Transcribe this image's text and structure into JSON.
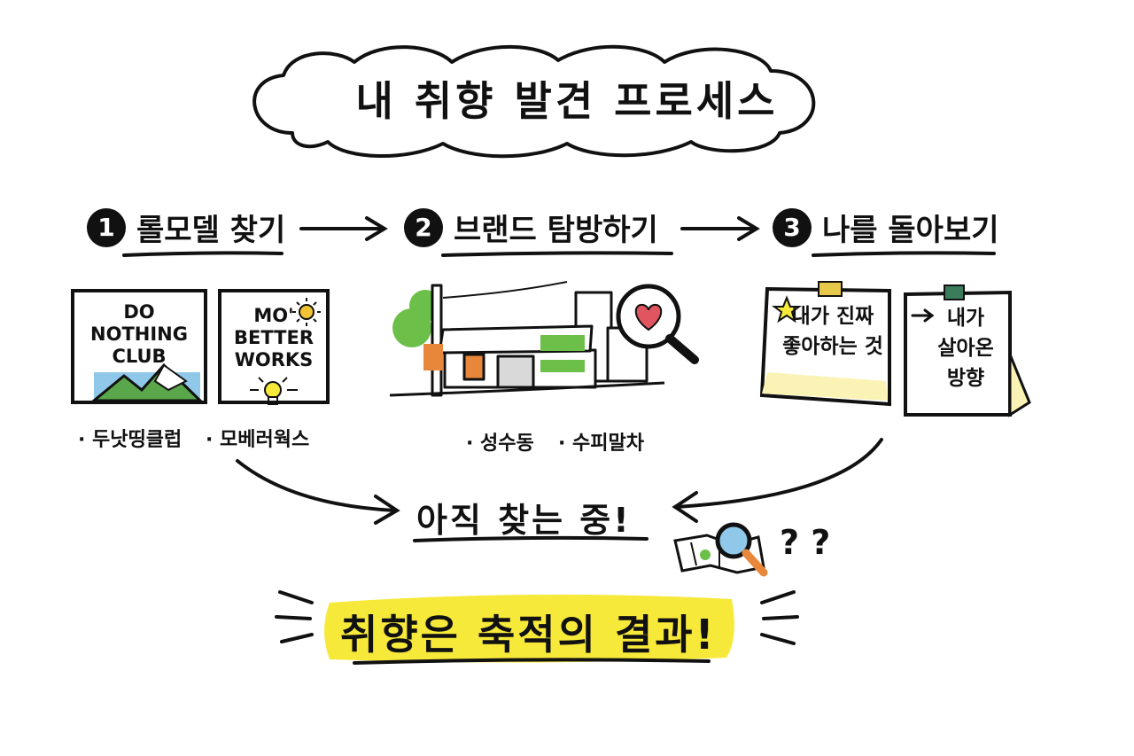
{
  "title": "내 취향 발견 프로세스",
  "steps": [
    {
      "num": "1",
      "label": "롤모델 찾기"
    },
    {
      "num": "2",
      "label": "브랜드 탐방하기"
    },
    {
      "num": "3",
      "label": "나를 돌아보기"
    }
  ],
  "posters": {
    "first": {
      "line1": "DO",
      "line2": "NOTHING",
      "line3": "CLUB"
    },
    "second": {
      "line1": "MO'",
      "line2": "BETTER",
      "line3": "WORKS"
    }
  },
  "captions": {
    "step1": [
      "· 두낫띵클럽",
      "· 모베러웍스"
    ],
    "step2": [
      "· 성수동",
      "· 수피말차"
    ]
  },
  "notes": {
    "left": {
      "line1": "내가 진짜",
      "line2": "좋아하는 것"
    },
    "right": {
      "line1": "내가",
      "line2": "살아온",
      "line3": "방향"
    }
  },
  "center": "아직 찾는 중!",
  "question_marks": "? ?",
  "conclusion": "취향은 축적의 결과!",
  "colors": {
    "highlight": "#f7e93a",
    "ink": "#111111",
    "green": "#6cc04a",
    "note_yellow": "#fbf3b5",
    "pin_green": "#3a7d5c",
    "pin_yellow": "#e8c84a",
    "sky": "#8fc8e8",
    "mountain": "#5aa64a",
    "orange": "#e8873a",
    "heart": "#e0555f"
  }
}
